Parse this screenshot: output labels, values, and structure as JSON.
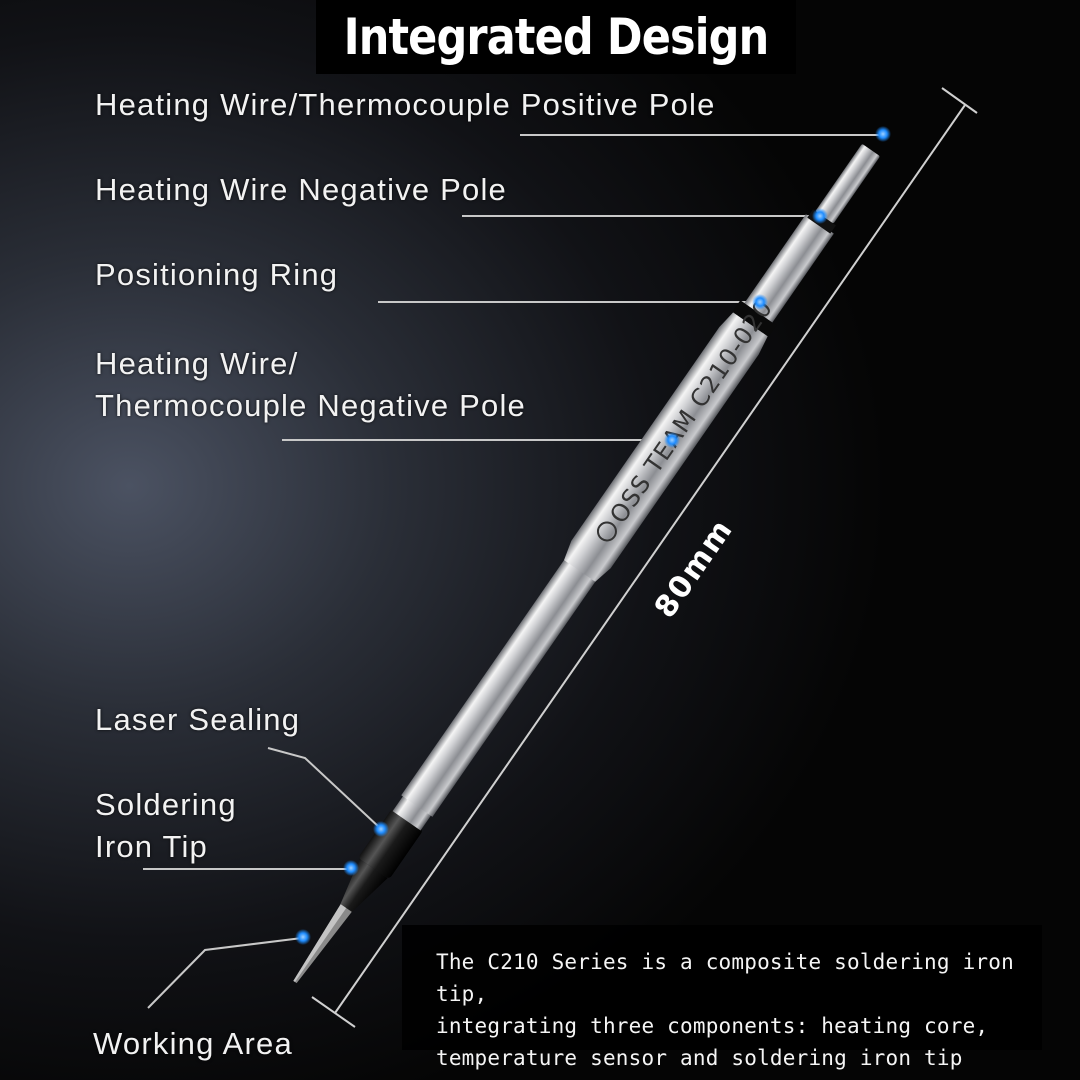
{
  "title": "Integrated Design",
  "callouts": {
    "positive_pole": "Heating Wire/Thermocouple Positive Pole",
    "negative_pole": "Heating Wire Negative Pole",
    "positioning_ring": "Positioning Ring",
    "thermo_negative_line1": "Heating Wire/",
    "thermo_negative_line2": "Thermocouple Negative Pole",
    "laser_sealing": "Laser Sealing",
    "tip_line1": "Soldering",
    "tip_line2": "Iron Tip",
    "working_area": "Working Area"
  },
  "product": {
    "engraving": "OSS TEAM  C210-020",
    "length": "80mm"
  },
  "description": {
    "line1": "The C210 Series is a composite soldering iron tip,",
    "line2": "integrating three components: heating core,",
    "line3": "temperature sensor and soldering iron tip"
  },
  "colors": {
    "marker": "#1e8cff",
    "leader_line": "#c8c8c8",
    "title_bg": "#000000"
  }
}
